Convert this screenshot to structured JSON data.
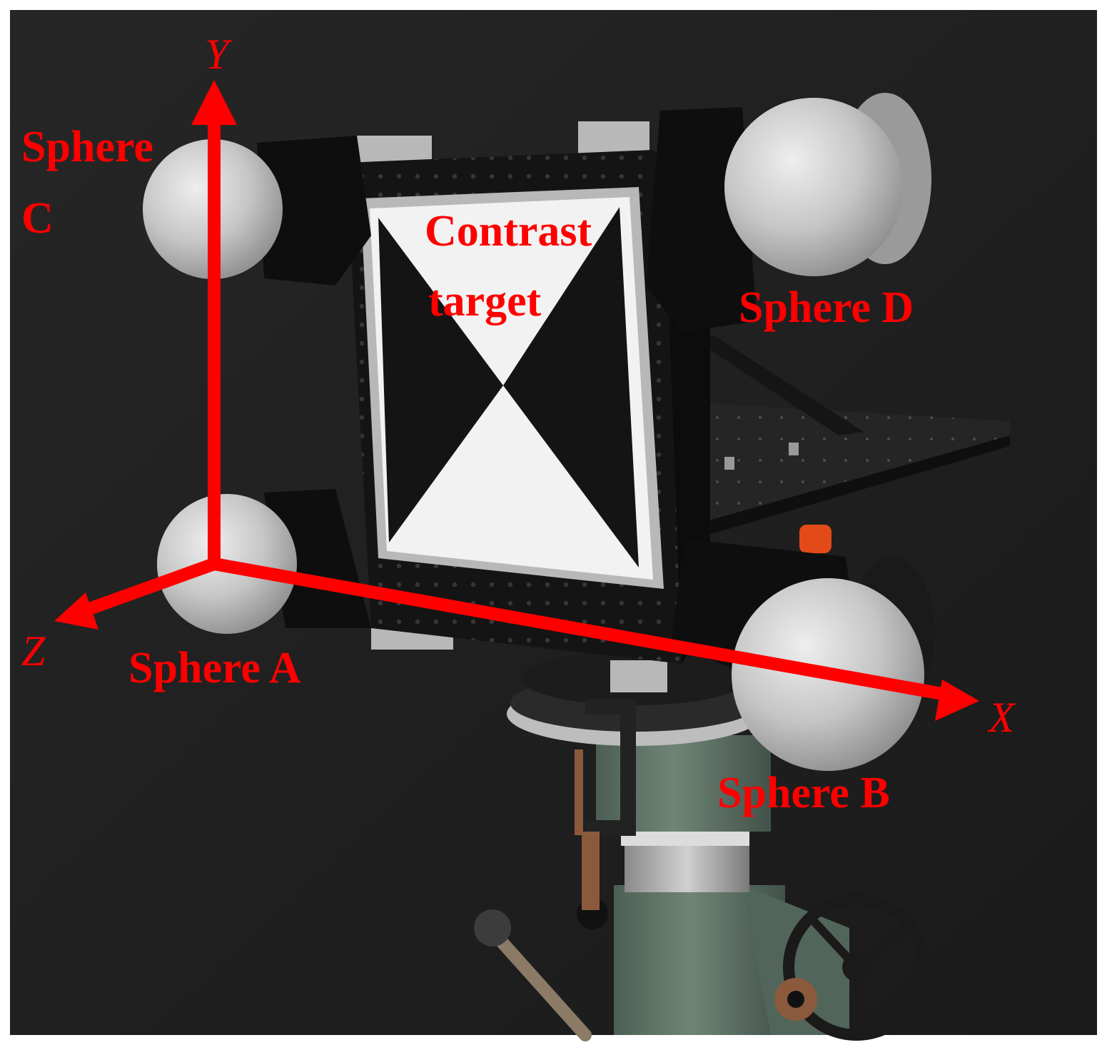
{
  "axes": {
    "x": {
      "label": "X"
    },
    "y": {
      "label": "Y"
    },
    "z": {
      "label": "Z"
    }
  },
  "spheres": {
    "a": {
      "label": "Sphere A"
    },
    "b": {
      "label": "Sphere B"
    },
    "c": {
      "label_line1": "Sphere",
      "label_line2": "C"
    },
    "d": {
      "label": "Sphere D"
    }
  },
  "target": {
    "label_line1": "Contrast",
    "label_line2": "target"
  },
  "colors": {
    "annotation": "#ff0000",
    "background": "#1e1e1e",
    "frame": "#151515",
    "sphere": "#c4c4c4",
    "felt": "#0e0e0e",
    "stand": "#5f7266"
  }
}
